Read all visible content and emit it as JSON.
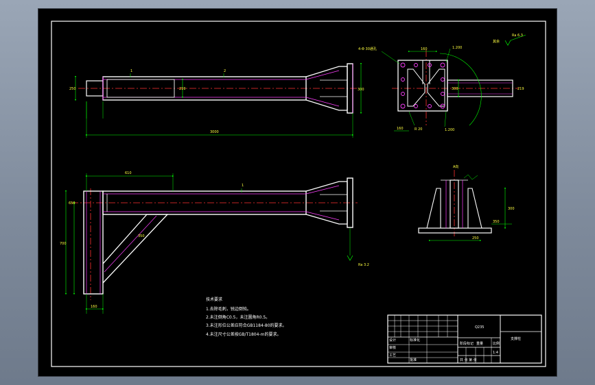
{
  "drawing": {
    "roughness_note": {
      "label": "其余",
      "value": "Ra 6.3"
    },
    "top_view": {
      "overall_length": "3000",
      "left_height": "250",
      "tube_dim": "219",
      "right_height": "300",
      "marker_1": "1",
      "marker_2": "2"
    },
    "end_view": {
      "width_top": "160",
      "dim_side": "300",
      "dim_right": "219",
      "note_top_left": "4-Φ 30通孔",
      "note_top_right": "1.200",
      "note_bottom_left": "R 20",
      "note_bottom_right": "1.200",
      "bottom_left_dim": "160"
    },
    "front_view": {
      "top_length": "610",
      "left_height": "700",
      "inner_height": "650",
      "brace_label": "350",
      "bottom_dim": "160",
      "marker_1": "1",
      "roughness": "Ra 3.2"
    },
    "detail_view": {
      "title": "A向",
      "height": "300",
      "base_width": "350",
      "bottom_dim": "250"
    },
    "tech_requirements": {
      "title": "技术要求",
      "lines": [
        "1.去除毛刺，锐边倒钝。",
        "2.未注倒角C0.5，未注圆角R0.5。",
        "3.未注形位公差应符合GB1184-80的要求。",
        "4.未注尺寸公差按GB/T1804-m的要求。"
      ]
    },
    "title_block": {
      "material": "Q235",
      "part_name": "支撑柱",
      "designer_label": "设计",
      "standard_label": "标准化",
      "checker_label": "审核",
      "approval_label": "批准",
      "process_label": "工艺",
      "stage_label": "阶段标记",
      "weight_label": "重量",
      "scale_label": "比例",
      "scale_value": "1:4",
      "sheet_label": "共 张 第 张"
    }
  }
}
